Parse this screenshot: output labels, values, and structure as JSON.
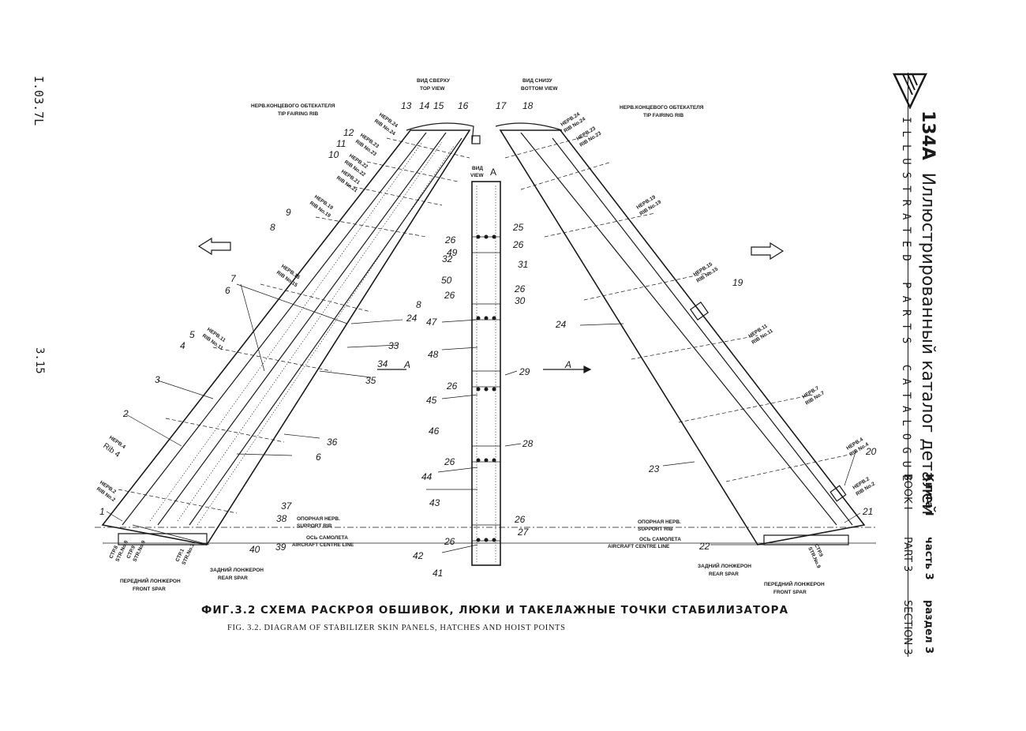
{
  "sheet_id": "I.03.7L",
  "page_number": "3.15",
  "header": {
    "model": "134A",
    "title": "Иллюстрированный каталог деталей",
    "subtitle": "ILLUSTRATED PARTS CATALOGUE"
  },
  "reference": {
    "book_ru": "Книга I",
    "part_ru": "часть 3",
    "section_ru": "раздел 3",
    "book_en": "BOOK I",
    "part_en": "PART 3",
    "section_en": "SECTION 3"
  },
  "caption": {
    "ru": "ФИГ.3.2 СХЕМА РАСКРОЯ ОБШИВОК, ЛЮКИ И ТАКЕЛАЖНЫЕ ТОЧКИ СТАБИЛИЗАТОРА",
    "en": "FIG. 3.2. DIAGRAM OF STABILIZER SKIN PANELS, HATCHES AND HOIST POINTS"
  },
  "views": {
    "top_ru": "ВИД СВЕРХУ",
    "top_en": "TOP VIEW",
    "bottom_ru": "ВИД СНИЗУ",
    "bottom_en": "BOTTOM VIEW",
    "a_ru": "ВИД",
    "a_en": "VIEW",
    "a_letter": "A"
  },
  "labels": {
    "tip_rib_ru": "НЕРВ.КОНЦЕВОГО ОБТЕКАТЕЛЯ",
    "tip_rib_en": "TIP FAIRING RIB",
    "support_rib_ru": "ОПОРНАЯ НЕРВ.",
    "support_rib_en": "SUPPORT RIB",
    "centre_line_ru": "ОСЬ САМОЛЕТА",
    "centre_line_en": "AIRCRAFT CENTRE LINE",
    "rear_spar_ru": "ЗАДНИЙ ЛОНЖЕРОН",
    "rear_spar_en": "REAR SPAR",
    "front_spar_ru": "ПЕРЕДНИЙ ЛОНЖЕРОН",
    "front_spar_en": "FRONT SPAR",
    "section_letter": "A"
  },
  "ribs_left": [
    {
      "ru": "НЕРВ.24",
      "en": "RIB No.24"
    },
    {
      "ru": "НЕРВ.23",
      "en": "RIB No.23"
    },
    {
      "ru": "НЕРВ.22",
      "en": "RIB No.22"
    },
    {
      "ru": "НЕРВ.21",
      "en": "RIB No.21"
    },
    {
      "ru": "НЕРВ.19",
      "en": "RIB No.19"
    },
    {
      "ru": "НЕРВ.15",
      "en": "RIB No.15"
    },
    {
      "ru": "НЕРВ.11",
      "en": "RIB No.11"
    },
    {
      "ru": "НЕРВ.4",
      "en": "Rib 4"
    },
    {
      "ru": "НЕРВ.2",
      "en": "RIB No.2"
    }
  ],
  "ribs_right": [
    {
      "ru": "НЕРВ.24",
      "en": "RIB No.24"
    },
    {
      "ru": "НЕРВ.23",
      "en": "RIB No.23"
    },
    {
      "ru": "НЕРВ.19",
      "en": "RIB No.19"
    },
    {
      "ru": "НЕРВ.15",
      "en": "RIB No.15"
    },
    {
      "ru": "НЕРВ.11",
      "en": "RIB No.11"
    },
    {
      "ru": "НЕРВ.7",
      "en": "RIB No.7"
    },
    {
      "ru": "НЕРВ.4",
      "en": "RIB No.4"
    },
    {
      "ru": "НЕРВ.2",
      "en": "RIB No.2"
    }
  ],
  "stringers": [
    {
      "ru": "СТР.8",
      "en": "STR.No.8"
    },
    {
      "ru": "СТР.9",
      "en": "STR.No.9"
    },
    {
      "ru": "СТР.1",
      "en": "STR.No.1"
    },
    {
      "ru": "СТР.9",
      "en": "STR.No.9"
    }
  ],
  "callouts": [
    "1",
    "2",
    "3",
    "4",
    "5",
    "6",
    "7",
    "8",
    "9",
    "10",
    "11",
    "12",
    "13",
    "14",
    "15",
    "16",
    "17",
    "18",
    "19",
    "20",
    "21",
    "22",
    "23",
    "24",
    "25",
    "26",
    "27",
    "28",
    "29",
    "30",
    "31",
    "32",
    "33",
    "34",
    "35",
    "36",
    "37",
    "38",
    "39",
    "40",
    "41",
    "42",
    "43",
    "44",
    "45",
    "46",
    "47",
    "48",
    "49",
    "50"
  ]
}
